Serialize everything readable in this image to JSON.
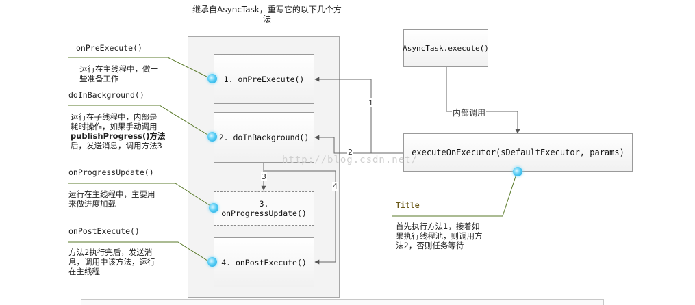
{
  "header": {
    "line1": "继承自AsyncTask，重写它的以下几个方",
    "line2": "法"
  },
  "boxes": {
    "pre": "1. onPreExecute()",
    "background": "2. doInBackground()",
    "progress_line1": "3.",
    "progress_line2": "onProgressUpdate()",
    "post": "4. onPostExecute()",
    "execute": "AsyncTask.execute()",
    "executor": "executeOnExecutor(sDefaultExecutor, params)"
  },
  "edge_labels": {
    "internal_call": "内部调用",
    "e1": "1",
    "e2": "2",
    "e3": "3",
    "e4": "4"
  },
  "notes": {
    "pre": {
      "title": "onPreExecute()",
      "lines": [
        "运行在主线程中，做一",
        "些准备工作"
      ]
    },
    "background": {
      "title": "doInBackground()",
      "lines": [
        "运行在子线程中，内部是",
        "耗时操作，如果手动调用",
        "publishProgress()方法",
        "后，发送消息，调用方法3"
      ]
    },
    "progress": {
      "title": "onProgressUpdate()",
      "lines": [
        "运行在主线程中，主要用",
        "来做进度加载"
      ]
    },
    "post": {
      "title": "onPostExecute()",
      "lines": [
        "方法2执行完后，发送消",
        "息，调用中该方法，运行",
        "在主线程"
      ]
    },
    "executor": {
      "title": "Title",
      "lines": [
        "首先执行方法1，接着如",
        "果执行线程池，则调用方",
        "法2，否则任务等待"
      ]
    }
  },
  "watermark": "http://blog.csdn.net/",
  "colors": {
    "dot": "#2fb6ea",
    "note_line": "#5a7a2a",
    "arrow": "#555555"
  }
}
